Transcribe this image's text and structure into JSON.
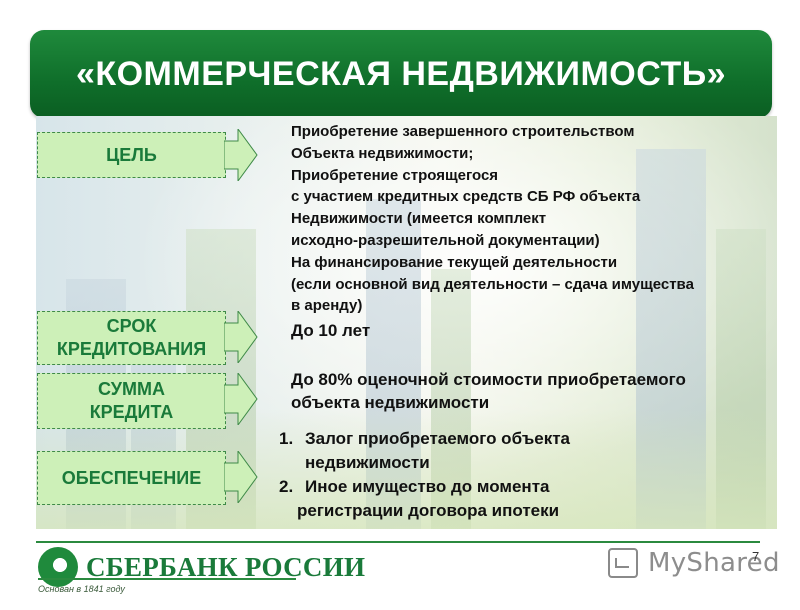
{
  "slide": {
    "title": "«КОММЕРЧЕСКАЯ НЕДВИЖИМОСТЬ»",
    "page_number": "7"
  },
  "rows": {
    "goal": {
      "label": "ЦЕЛЬ",
      "lines": [
        "Приобретение завершенного строительством",
        "Объекта недвижимости;",
        "Приобретение строящегося",
        "с участием кредитных средств СБ РФ объекта",
        "Недвижимости (имеется комплект",
        "исходно-разрешительной документации)",
        "На финансирование текущей деятельности",
        "(если основной вид деятельности – сдача имущества",
        "в аренду)"
      ]
    },
    "term": {
      "label": "СРОК КРЕДИТОВАНИЯ",
      "value": "До 10 лет"
    },
    "amount": {
      "label": "СУММА КРЕДИТА",
      "lines": [
        "До 80% оценочной стоимости приобретаемого",
        "объекта недвижимости"
      ]
    },
    "security": {
      "label": "ОБЕСПЕЧЕНИЕ",
      "items": [
        {
          "num": "1.",
          "first": "Залог приобретаемого объекта",
          "cont": "недвижимости"
        },
        {
          "num": "2.",
          "first": "Иное имущество до момента",
          "cont": "регистрации договора ипотеки"
        }
      ]
    }
  },
  "footer": {
    "bank_name": "СБЕРБАНК РОССИИ",
    "founded": "Основан в 1841 году",
    "watermark": "MyShared"
  },
  "colors": {
    "brand_green": "#1f8a3c",
    "label_fill": "#cdf0b8",
    "label_text": "#1a7a3a"
  }
}
